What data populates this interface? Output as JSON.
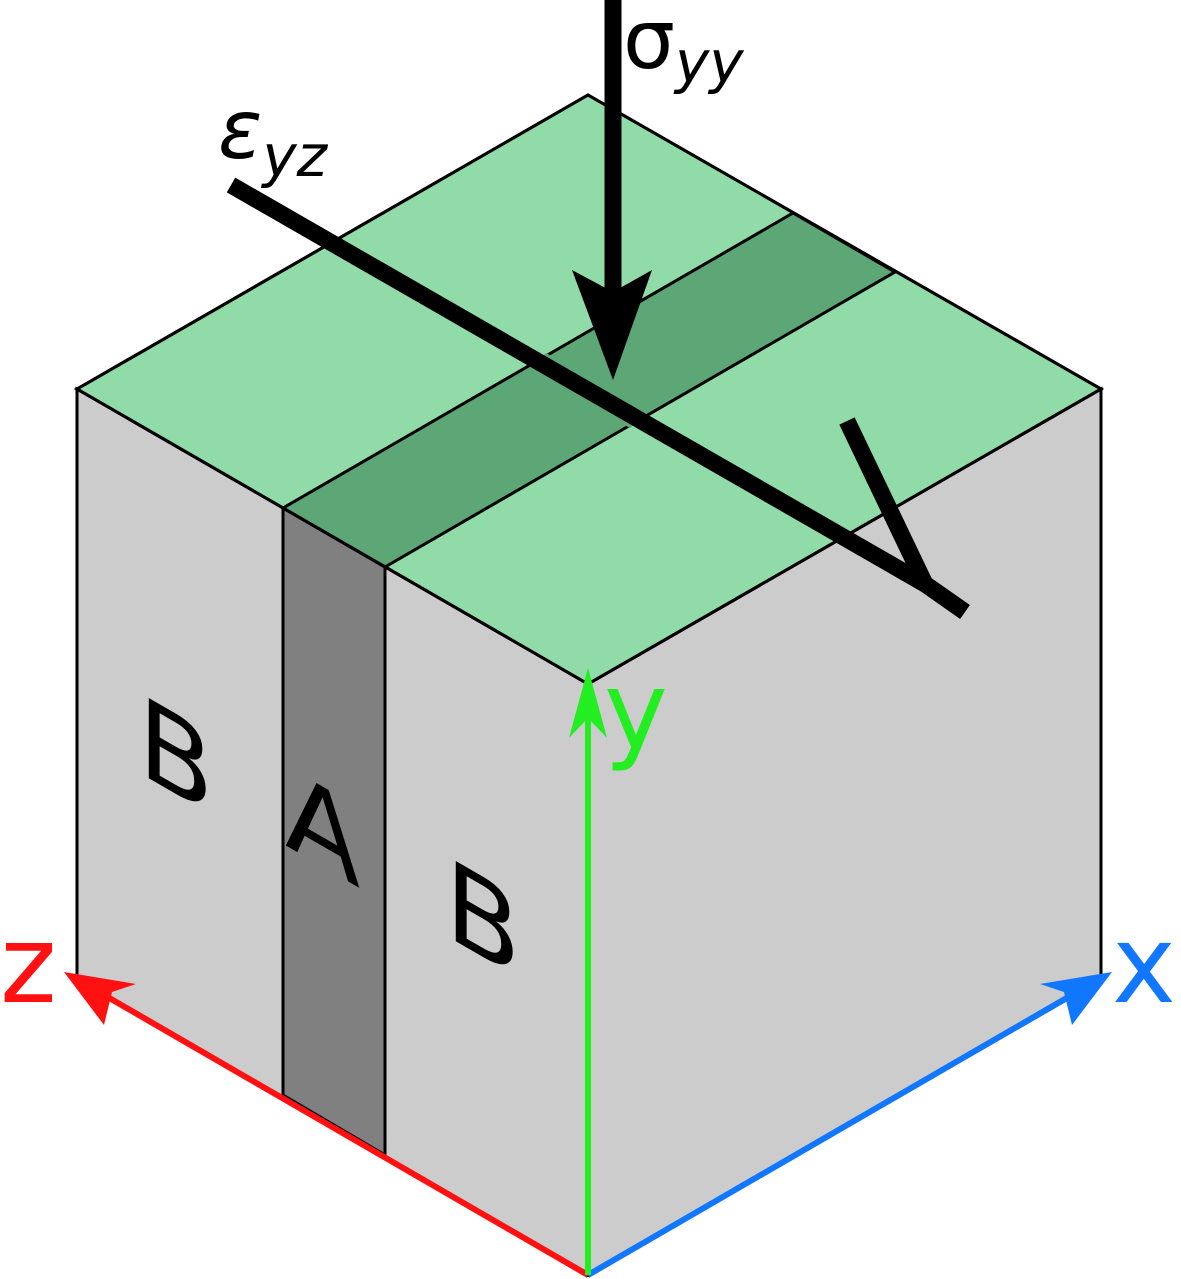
{
  "labels": {
    "sigma_main": "σ",
    "sigma_sub": "yy",
    "epsilon_main": "ε",
    "epsilon_sub": "yz",
    "region_b_left": "B",
    "region_a": "A",
    "region_b_right": "B",
    "axis_x": "x",
    "axis_y": "y",
    "axis_z": "z"
  },
  "colors": {
    "top_light": "#90dba7",
    "top_dark": "#5ca775",
    "face_light": "#cccccc",
    "face_dark": "#808080",
    "axis_x": "#1177ff",
    "axis_y": "#22ee22",
    "axis_z": "#ff1111",
    "stroke": "#000000"
  }
}
